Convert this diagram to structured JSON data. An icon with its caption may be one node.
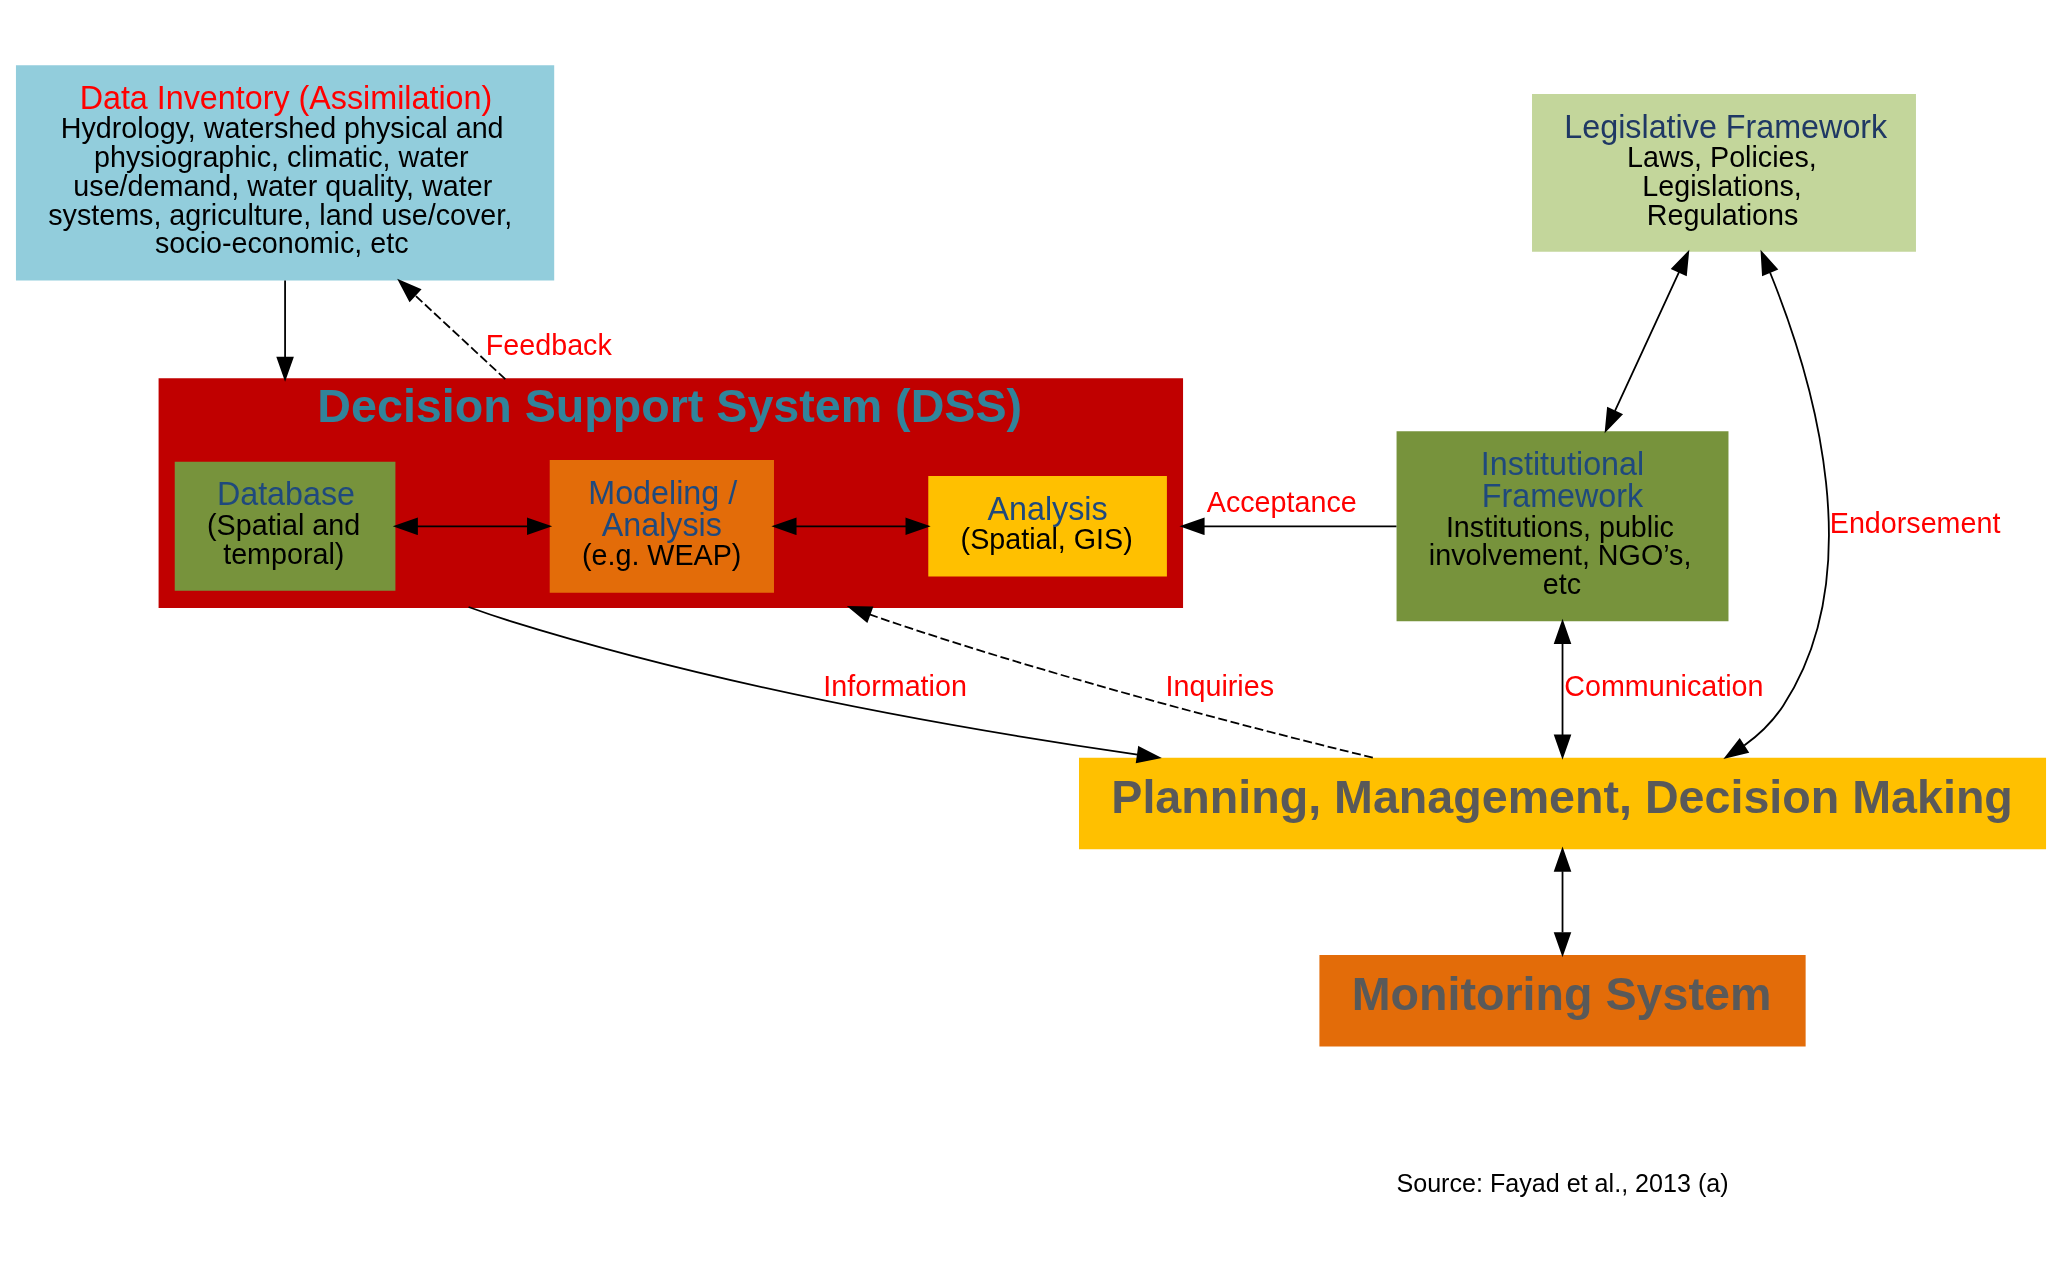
{
  "diagram": {
    "nodes": [
      {
        "text": [
          "Data Inventory (Assimilation)",
          "Hydrology, watershed physical and physiographic, climatic, water use/demand, water quality, water systems, agriculture, land use/cover, socio-economic, etc"
        ]
      },
      {
        "text": [
          "Legislative Framework",
          "Laws, Policies, Legislations, Regulations"
        ]
      },
      {
        "text": [
          "Decision Support System (DSS)"
        ]
      },
      {
        "text": [
          "Database",
          "(Spatial and temporal)"
        ],
        "in": 2
      },
      {
        "text": [
          "Modeling / Analysis",
          "(e.g. WEAP)"
        ],
        "in": 2
      },
      {
        "text": [
          "Analysis",
          "(Spatial, GIS)"
        ],
        "in": 2
      },
      {
        "text": [
          "Institutional Framework",
          "Institutions, public involvement, NGO’s, etc"
        ]
      },
      {
        "text": [
          "Planning, Management, Decision Making"
        ]
      },
      {
        "text": [
          "Monitoring System"
        ]
      }
    ],
    "edges": [
      {
        "from": 0,
        "to": 2,
        "arrow": "to"
      },
      {
        "from": 2,
        "to": 0,
        "arrow": "to",
        "label": "Feedback",
        "style": "dashed"
      },
      {
        "from": 1,
        "to": 6,
        "arrow": "both"
      },
      {
        "from": 6,
        "to": 2,
        "arrow": "to",
        "label": "Acceptance"
      },
      {
        "from": 3,
        "to": 4,
        "arrow": "both"
      },
      {
        "from": 4,
        "to": 5,
        "arrow": "both"
      },
      {
        "from": 2,
        "to": 7,
        "arrow": "to",
        "label": "Information"
      },
      {
        "from": 7,
        "to": 2,
        "arrow": "to",
        "label": "Inquiries",
        "style": "dashed"
      },
      {
        "from": 6,
        "to": 7,
        "arrow": "both",
        "label": "Communication"
      },
      {
        "from": 1,
        "to": 7,
        "arrow": "both",
        "label": "Endorsement"
      },
      {
        "from": 7,
        "to": 8,
        "arrow": "both"
      }
    ],
    "labels": [
      "Source: Fayad et al., 2013 (a)"
    ]
  }
}
